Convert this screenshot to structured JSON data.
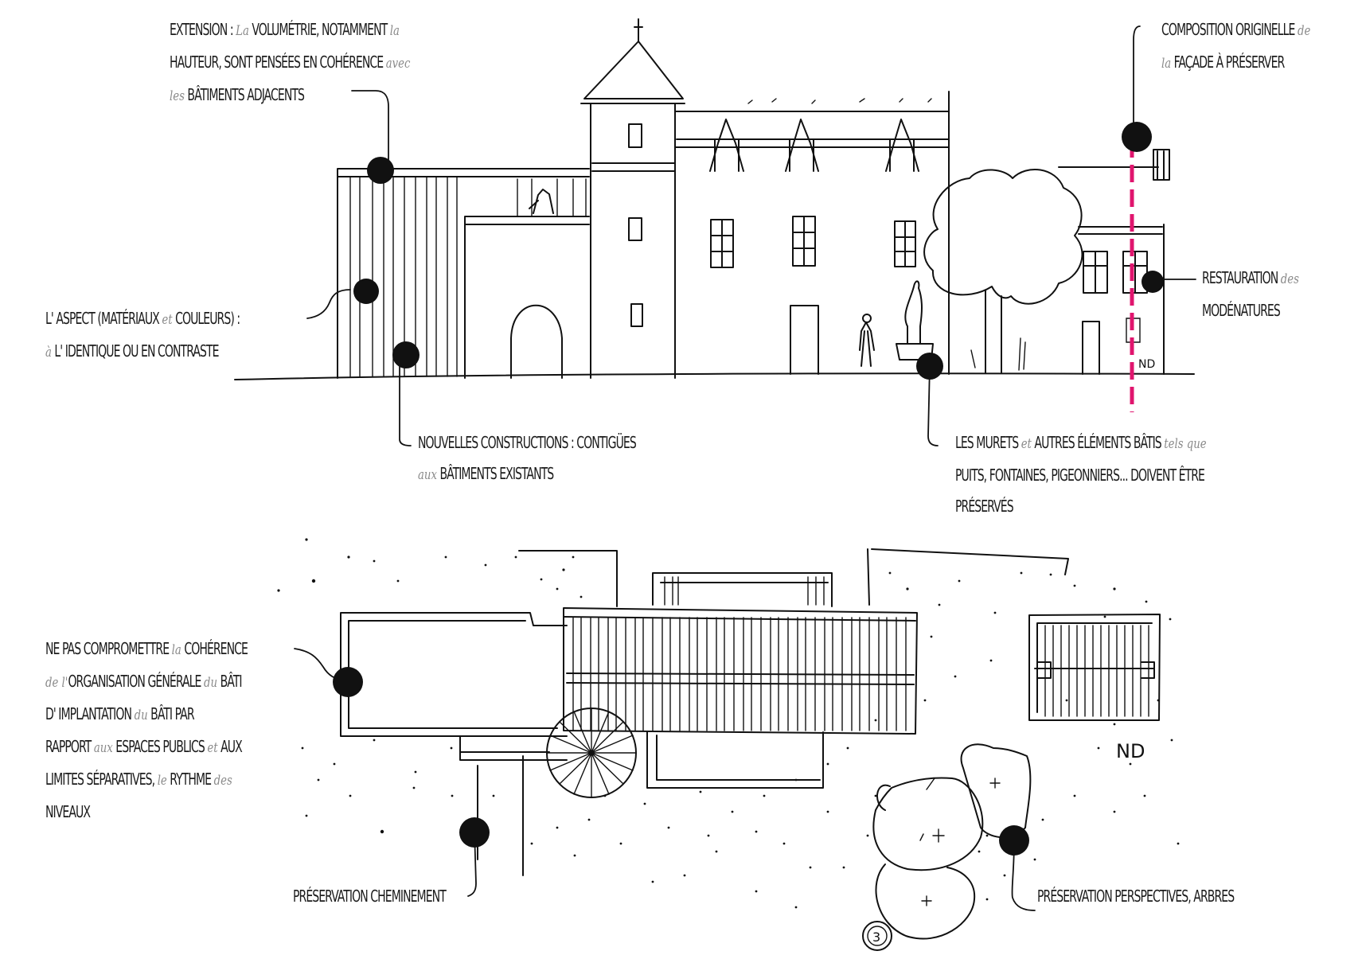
{
  "annotations": [
    {
      "id": "extension",
      "rows": [
        [
          {
            "t": "Extension : "
          },
          {
            "t": "La",
            "s": 1
          },
          {
            "t": " volumétrie, notamment "
          },
          {
            "t": "la",
            "s": 1
          }
        ],
        [
          {
            "t": "hauteur, sont pensées en cohérence "
          },
          {
            "t": "avec",
            "s": 1
          }
        ],
        [
          {
            "t": "les",
            "s": 1
          },
          {
            "t": " bâtiments adjacents"
          }
        ]
      ]
    },
    {
      "id": "composition",
      "rows": [
        [
          {
            "t": "Composition originelle "
          },
          {
            "t": "de",
            "s": 1
          }
        ],
        [
          {
            "t": "la",
            "s": 1
          },
          {
            "t": " façade à préserver"
          }
        ]
      ]
    },
    {
      "id": "aspect",
      "rows": [
        [
          {
            "t": "L' aspect (matériaux "
          },
          {
            "t": "et",
            "s": 1
          },
          {
            "t": " couleurs) :"
          }
        ],
        [
          {
            "t": "à",
            "s": 1
          },
          {
            "t": " l' identique ou en contraste"
          }
        ]
      ]
    },
    {
      "id": "restauration",
      "rows": [
        [
          {
            "t": "Restauration "
          },
          {
            "t": "des",
            "s": 1
          }
        ],
        [
          {
            "t": "modénatures"
          }
        ]
      ]
    },
    {
      "id": "nouvelles",
      "rows": [
        [
          {
            "t": "Nouvelles constructions :  contigües"
          }
        ],
        [
          {
            "t": "aux",
            "s": 1
          },
          {
            "t": " bâtiments existants"
          }
        ]
      ]
    },
    {
      "id": "murets",
      "rows": [
        [
          {
            "t": "Les murets "
          },
          {
            "t": "et",
            "s": 1
          },
          {
            "t": " autres éléments bâtis "
          },
          {
            "t": "tels que",
            "s": 1
          }
        ],
        [
          {
            "t": "puits, fontaines, pigeonniers... doivent être"
          }
        ],
        [
          {
            "t": "préservés"
          }
        ]
      ]
    },
    {
      "id": "coherence",
      "rows": [
        [
          {
            "t": "Ne pas compromettre "
          },
          {
            "t": "la",
            "s": 1
          },
          {
            "t": " cohérence"
          }
        ],
        [
          {
            "t": "de l'",
            "s": 1
          },
          {
            "t": "organisation générale "
          },
          {
            "t": "du",
            "s": 1
          },
          {
            "t": " bâti"
          }
        ],
        [
          {
            "t": "d' implantation "
          },
          {
            "t": "du",
            "s": 1
          },
          {
            "t": " bâti par"
          }
        ],
        [
          {
            "t": "rapport "
          },
          {
            "t": "aux",
            "s": 1
          },
          {
            "t": " espaces publics "
          },
          {
            "t": "et",
            "s": 1
          },
          {
            "t": " aux"
          }
        ],
        [
          {
            "t": "limites séparatives, "
          },
          {
            "t": "le",
            "s": 1
          },
          {
            "t": " rythme "
          },
          {
            "t": "des",
            "s": 1
          }
        ],
        [
          {
            "t": "niveaux"
          }
        ]
      ]
    },
    {
      "id": "cheminement",
      "rows": [
        [
          {
            "t": "Préservation cheminement"
          }
        ]
      ]
    },
    {
      "id": "perspectives",
      "rows": [
        [
          {
            "t": "Préservation  perspectives, arbres"
          }
        ]
      ]
    }
  ],
  "sketch_marks": {
    "initials_elevation": "ND",
    "initials_plan": "ND",
    "marker_number": "3"
  },
  "colors": {
    "ink": "#111111",
    "minor_word": "#8a8a8a",
    "facade_axis": "#e0156e"
  }
}
